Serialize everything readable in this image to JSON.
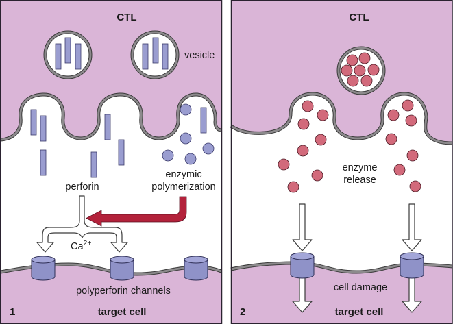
{
  "colors": {
    "cell_pink": "#dab5d7",
    "membrane": "#8c8a8c",
    "membrane_outline": "#3a3a3a",
    "perforin": "#9a9dd0",
    "enzyme": "#d26a7b",
    "red_arrow": "#b3223b",
    "panel_border": "#2a2230"
  },
  "panel1": {
    "number": "1",
    "top_label": "CTL",
    "bottom_label": "target cell",
    "vesicle_label": "vesicle",
    "perforin_label": "perforin",
    "enzymic_label_line1": "enzymic",
    "enzymic_label_line2": "polymerization",
    "calcium_label": "Ca",
    "calcium_superscript": "2+",
    "channels_label": "polyperforin channels"
  },
  "panel2": {
    "number": "2",
    "top_label": "CTL",
    "bottom_label": "target cell",
    "release_label_line1": "enzyme",
    "release_label_line2": "release",
    "damage_label": "cell damage"
  }
}
